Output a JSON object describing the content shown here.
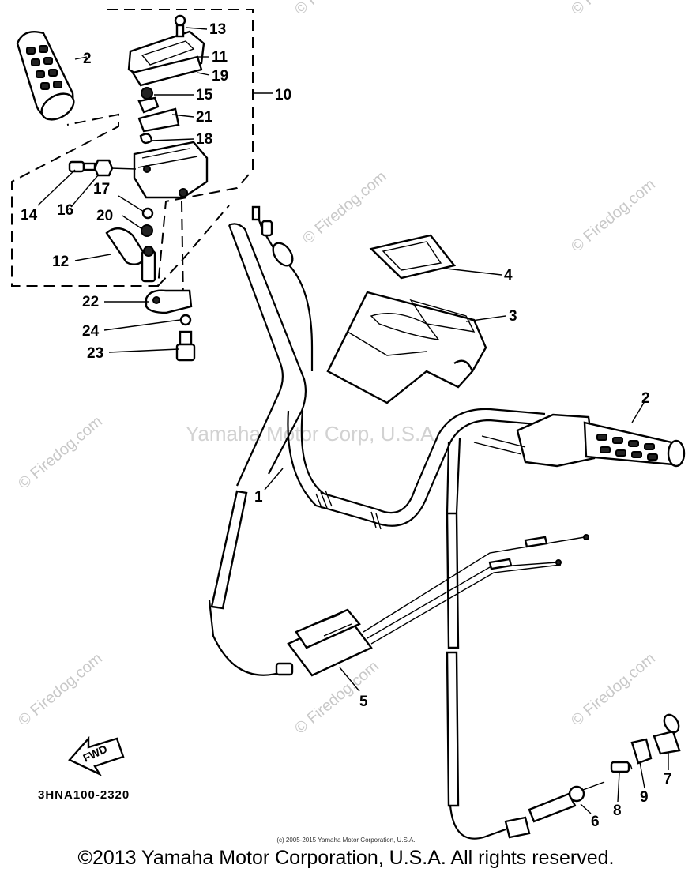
{
  "diagram": {
    "drawing_code": "3HNA100-2320",
    "fwd_label": "FWD",
    "center_watermark": "Yamaha Motor Corp, U.S.A.",
    "site_watermark": "© Firedog.com",
    "small_copyright": "(c) 2005-2015 Yamaha Motor Corporation, U.S.A.",
    "copyright": "©2013 Yamaha Motor Corporation, U.S.A. All rights reserved.",
    "callouts": {
      "c1": "1",
      "c2a": "2",
      "c2b": "2",
      "c3": "3",
      "c4": "4",
      "c5": "5",
      "c6": "6",
      "c7": "7",
      "c8": "8",
      "c9": "9",
      "c10": "10",
      "c11": "11",
      "c12": "12",
      "c13": "13",
      "c14": "14",
      "c15": "15",
      "c16": "16",
      "c17": "17",
      "c18": "18",
      "c19": "19",
      "c20": "20",
      "c21": "21",
      "c22": "22",
      "c23": "23",
      "c24": "24"
    }
  }
}
